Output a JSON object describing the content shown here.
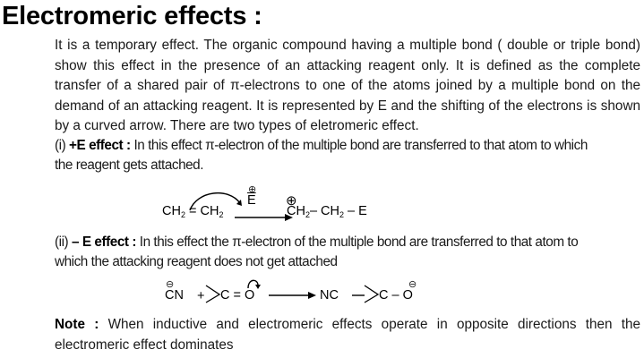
{
  "heading": "Electromeric effects :",
  "intro": "It is a temporary effect. The organic compound having a multiple bond ( double or triple bond) show this effect in the presence of an attacking reagent only. It is defined as the complete transfer of a shared pair of π-electrons to one of the atoms joined by a multiple bond on the demand of an attacking reagent. It is represented by E and the shifting of the electrons is shown by a curved arrow. There are two types of eletromeric effect.",
  "plus_e": {
    "prefix": "(i) ",
    "label": "+E effect  :",
    "text_line1": " In this effect π-electron of the multiple bond are transferred to that atom to which",
    "text_line2": "the reagent gets attached."
  },
  "equation1": {
    "reactant": "CH₂ = CH₂",
    "reagent": "E",
    "reagent_charge": "⊕",
    "product_charge": "⊕",
    "product": "CH₂– CH₂ – E"
  },
  "minus_e": {
    "prefix": "(ii) ",
    "label": "– E effect :",
    "text_line1": " In this effect the π-electron of the multiple bond are transferred to that atom to",
    "text_line2": "which the attacking reagent does not get attached"
  },
  "equation2": {
    "nucleophile": "CN",
    "nucleophile_charge": "⊖",
    "plus": "+",
    "carbonyl": "C = O",
    "product_left": "NC",
    "product_right": "C – O",
    "product_charge": "⊖"
  },
  "note": {
    "label": "Note :",
    "text": " When inductive and electromeric effects operate in opposite directions then the electromeric effect dominates"
  }
}
